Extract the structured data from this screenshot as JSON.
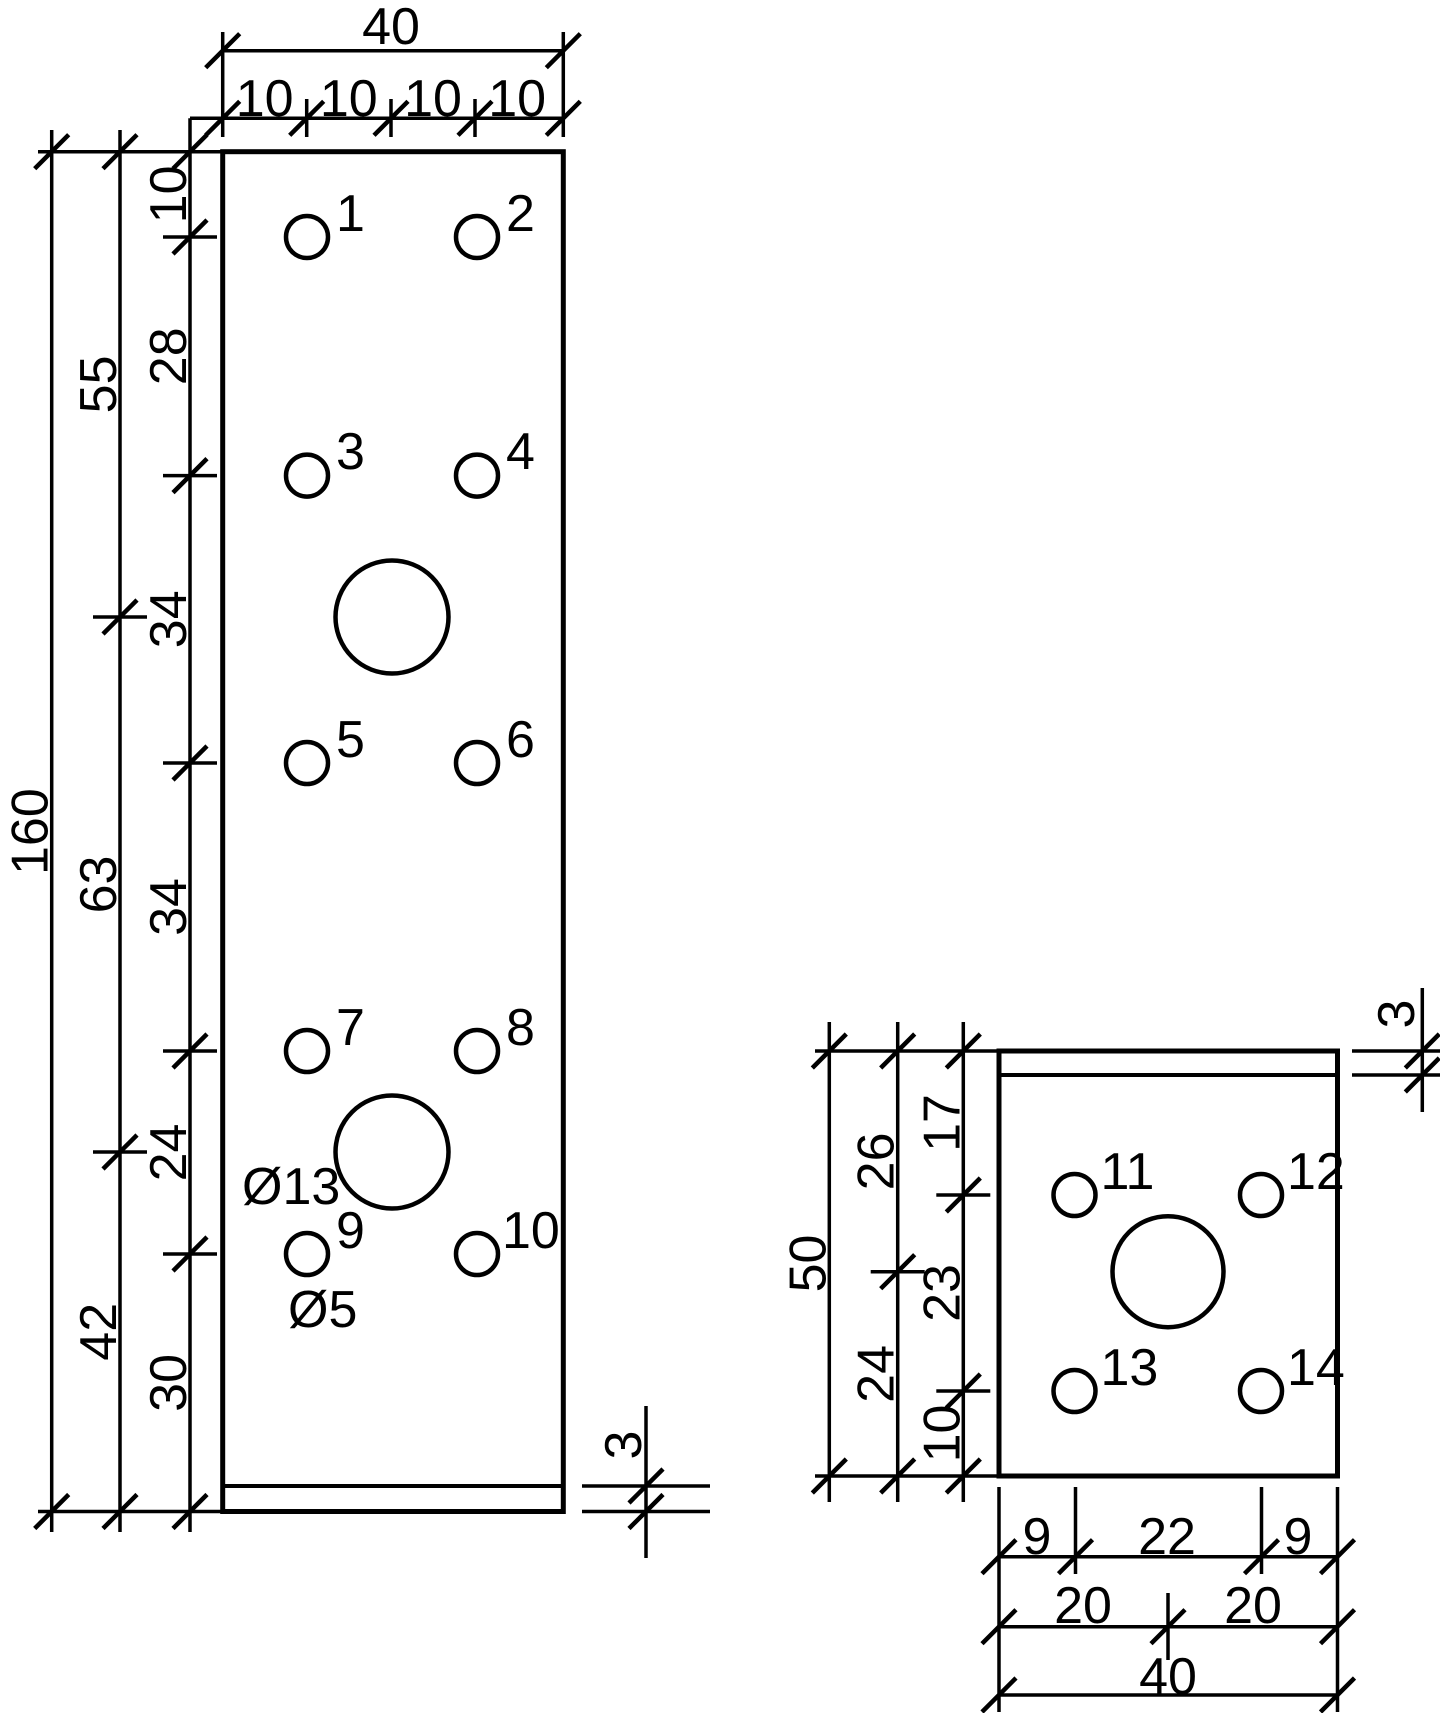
{
  "colors": {
    "line": "#000000",
    "background": "#ffffff"
  },
  "left_plate": {
    "width_total": "40",
    "width_segments": [
      "10",
      "10",
      "10",
      "10"
    ],
    "height_total": "160",
    "height_mid_segments": [
      "55",
      "63",
      "42"
    ],
    "height_inner_segments": [
      "10",
      "28",
      "34",
      "34",
      "24",
      "30"
    ],
    "thickness": "3",
    "holes": [
      "1",
      "2",
      "3",
      "4",
      "5",
      "6",
      "7",
      "8",
      "9",
      "10"
    ],
    "large_hole_diameter": "Ø13",
    "small_hole_diameter": "Ø5"
  },
  "right_plate": {
    "height_total": "50",
    "height_mid_segments": [
      "26",
      "24"
    ],
    "height_inner_segments": [
      "17",
      "23",
      "10"
    ],
    "thickness": "3",
    "holes": [
      "11",
      "12",
      "13",
      "14"
    ],
    "width_row1_segments": [
      "9",
      "22",
      "9"
    ],
    "width_row2_segments": [
      "20",
      "20"
    ],
    "width_total": "40"
  }
}
